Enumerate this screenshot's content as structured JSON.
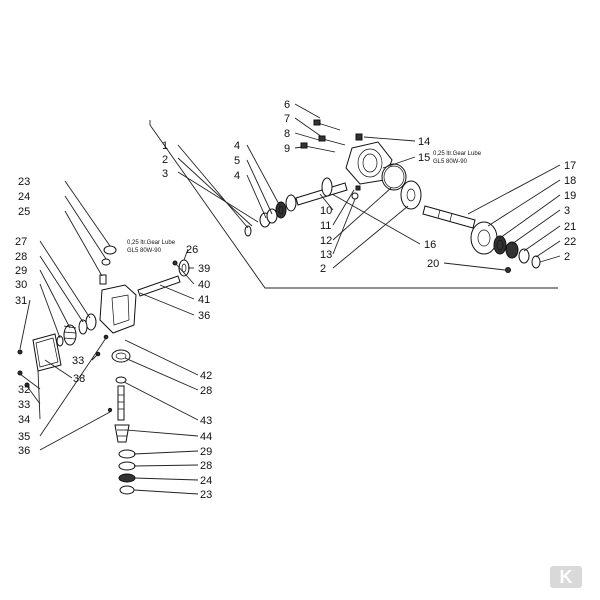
{
  "lube_notes": {
    "upper": {
      "line1": "0,25 ltr.Gear Lube",
      "line2": "GL5 80W-90"
    },
    "left": {
      "line1": "0,25 ltr.Gear Lube",
      "line2": "GL5 80W-90"
    }
  },
  "callouts": [
    "1",
    "2",
    "3",
    "4",
    "5",
    "4",
    "6",
    "7",
    "8",
    "9",
    "14",
    "15",
    "10",
    "11",
    "12",
    "13",
    "2",
    "16",
    "17",
    "18",
    "19",
    "3",
    "21",
    "22",
    "2",
    "20",
    "23",
    "24",
    "25",
    "26",
    "27",
    "28",
    "29",
    "30",
    "31",
    "39",
    "40",
    "41",
    "36",
    "32",
    "33",
    "34",
    "35",
    "36",
    "33",
    "38",
    "42",
    "28",
    "43",
    "44",
    "29",
    "28",
    "24",
    "23"
  ],
  "brand_mark": "K"
}
